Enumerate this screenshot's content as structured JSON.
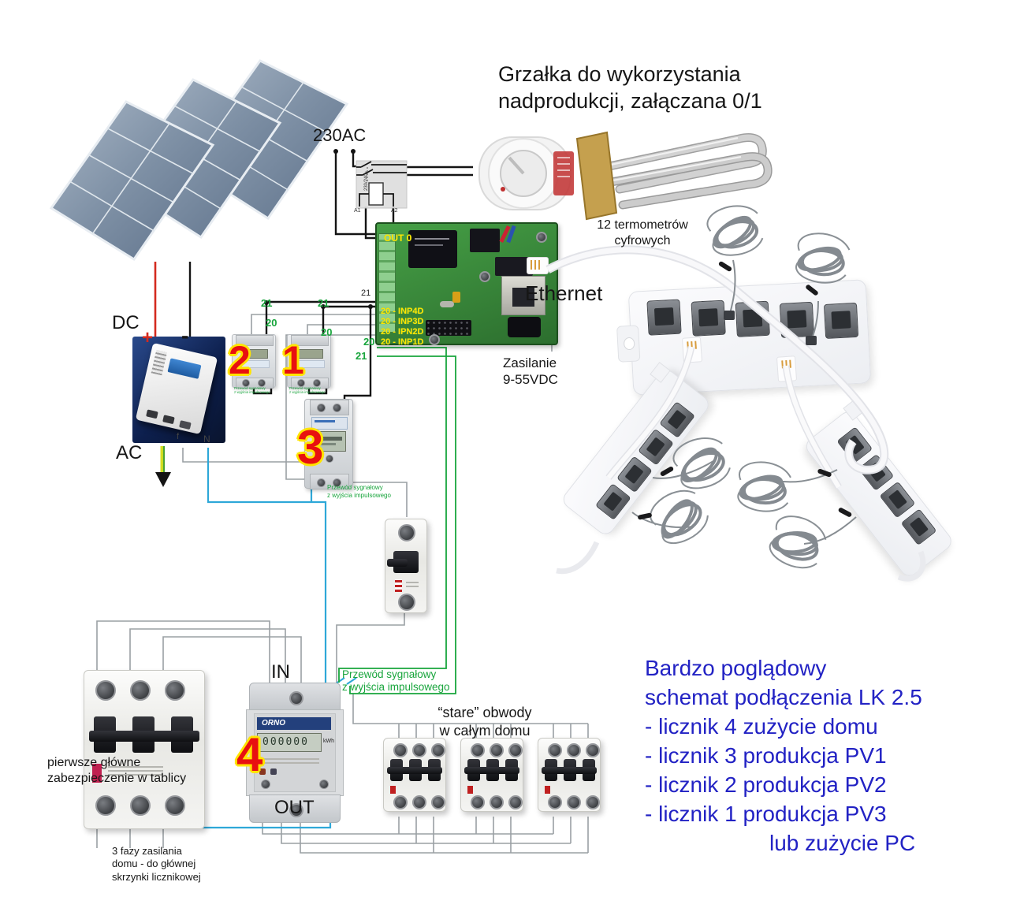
{
  "title": {
    "line1": "Grzałka do wykorzystania",
    "line2": "nadprodukcji, załączana 0/1"
  },
  "labels": {
    "ac230": "230AC",
    "dc": "DC",
    "plus": "+",
    "minus": "-",
    "ac": "AC",
    "f": "f",
    "n": "N",
    "ethernet": "Ethernet",
    "thermometers_line1": "12 termometrów",
    "thermometers_line2": "cyfrowych",
    "power_line1": "Zasilanie",
    "power_line2": "9-55VDC",
    "in": "IN",
    "out": "OUT",
    "wire21": "21",
    "wire20": "20"
  },
  "board": {
    "out0": "OUT 0",
    "inp4": "20 - INP4D",
    "inp3": "20 - INP3D",
    "inp2": "20 - IPN2D",
    "inp1": "20 - INP1D"
  },
  "relay": {
    "a1": "A1",
    "a2": "A2",
    "coil": "230/240~"
  },
  "meters": {
    "num1": "1",
    "num2": "2",
    "num3": "3",
    "num4": "4",
    "pulse_small_line1": "Przewód sygnałowy",
    "pulse_small_line2": "z wyjścia impulsowego",
    "orno": "ORNO",
    "kwh": "kWh",
    "lcd": "000000"
  },
  "captions": {
    "pulse_m3_line1": "Przewód sygnałowy",
    "pulse_m3_line2": "z wyjścia impulsowego",
    "pulse_m4_line1": "Przewód sygnałowy",
    "pulse_m4_line2": "z wyjścia impulsowego",
    "main_breaker_line1": "pierwsze główne",
    "main_breaker_line2": "zabezpieczenie w tablicy",
    "phases_line1": "3 fazy zasilania",
    "phases_line2": "domu - do głównej",
    "phases_line3": "skrzynki licznikowej",
    "old_line1": "“stare” obwody",
    "old_line2": "w całym domu"
  },
  "legend": {
    "lines": [
      "Bardzo poglądowy",
      "schemat podłączenia LK 2.5",
      "- licznik 4 zużycie domu",
      "- licznik 3 produkcja PV1",
      "- licznik 2 produkcja PV2",
      "- licznik 1 produkcja PV3",
      "lub zużycie PC"
    ]
  },
  "colors": {
    "legend_blue": "#2222c4",
    "signal_green": "#18a53c",
    "label_yellow": "#ffe400",
    "number_red": "#e81010",
    "wire_cyan": "#2ea8d8",
    "wire_gray": "#9aa0a4",
    "pcb_green": "#3c8c3c"
  }
}
